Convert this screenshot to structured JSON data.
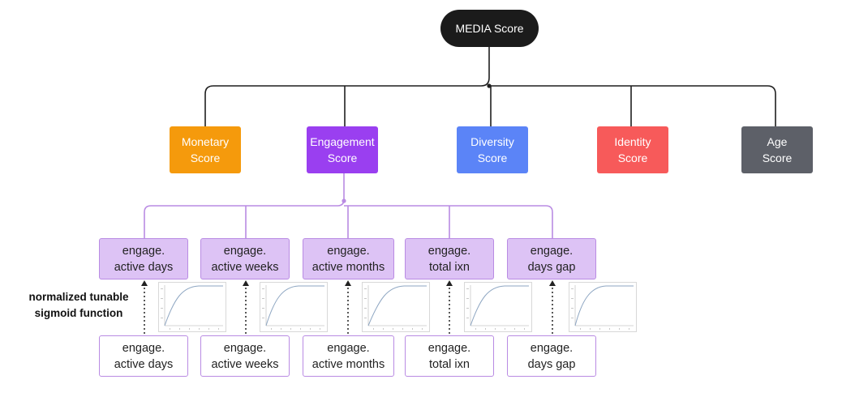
{
  "root": {
    "label": "MEDIA Score",
    "color": "#1b1b1b"
  },
  "scores": [
    {
      "label": "Monetary\nScore",
      "color": "#f59a0c"
    },
    {
      "label": "Engagement\nScore",
      "color": "#9a3ff0"
    },
    {
      "label": "Diversity\nScore",
      "color": "#5b84f7"
    },
    {
      "label": "Identity\nScore",
      "color": "#f75a5a"
    },
    {
      "label": "Age\nScore",
      "color": "#5d6068"
    }
  ],
  "features": [
    {
      "top": "engage.\nactive days",
      "bottom": "engage.\nactive days"
    },
    {
      "top": "engage.\nactive weeks",
      "bottom": "engage.\nactive weeks"
    },
    {
      "top": "engage.\nactive months",
      "bottom": "engage.\nactive months"
    },
    {
      "top": "engage.\ntotal ixn",
      "bottom": "engage.\ntotal ixn"
    },
    {
      "top": "engage.\ndays gap",
      "bottom": "engage.\ndays gap"
    }
  ],
  "annotation": "normalized tunable\nsigmoid function",
  "colors": {
    "connector": "#1f1f1f",
    "branch": "#b98be3",
    "feature_fill": "#ddc3f5",
    "feature_border": "#b98be3"
  }
}
